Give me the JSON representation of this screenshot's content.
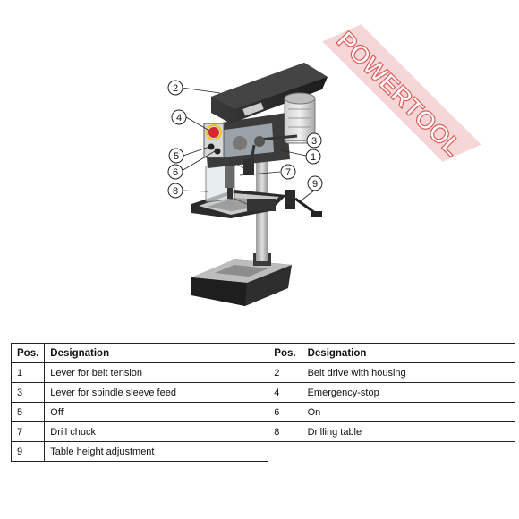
{
  "watermark": {
    "text": "POWERTOOL",
    "color": "#e05a5a"
  },
  "callouts": [
    "1",
    "2",
    "3",
    "4",
    "5",
    "6",
    "7",
    "8",
    "9"
  ],
  "table": {
    "headers": [
      "Pos.",
      "Designation",
      "Pos.",
      "Designation"
    ],
    "rows": [
      [
        "1",
        "Lever for belt tension",
        "2",
        "Belt drive with housing"
      ],
      [
        "3",
        "Lever for spindle sleeve feed",
        "4",
        "Emergency-stop"
      ],
      [
        "5",
        "Off",
        "6",
        "On"
      ],
      [
        "7",
        "Drill chuck",
        "8",
        "Drilling table"
      ],
      [
        "9",
        "Table height adjustment",
        "",
        ""
      ]
    ]
  }
}
